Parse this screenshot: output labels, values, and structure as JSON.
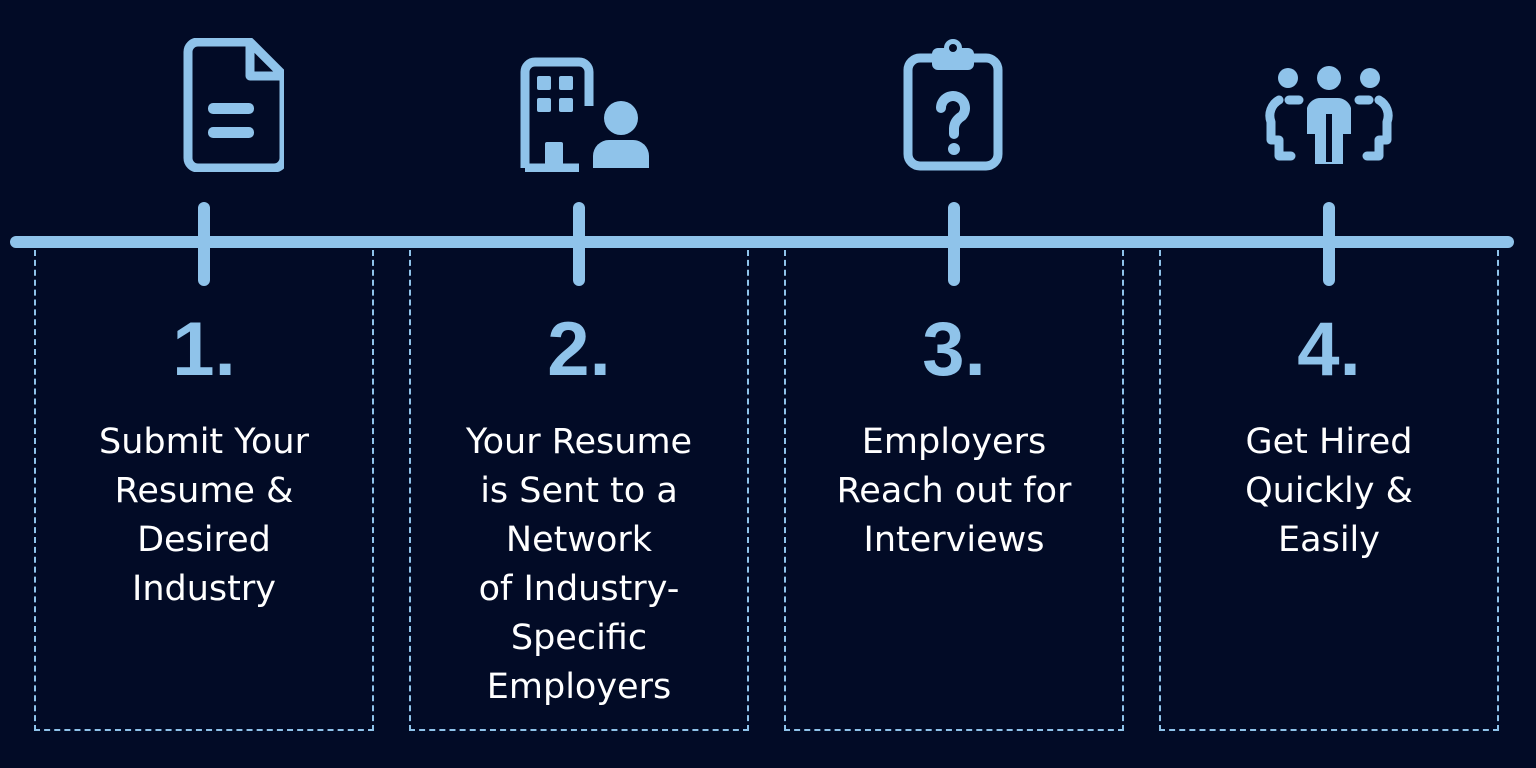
{
  "colors": {
    "background": "#020b26",
    "accent": "#8fc3ea",
    "text": "#ffffff"
  },
  "steps": [
    {
      "icon": "document-icon",
      "number": "1.",
      "text": "Submit Your\nResume &\nDesired\nIndustry"
    },
    {
      "icon": "building-person-icon",
      "number": "2.",
      "text": "Your Resume\nis Sent to a\nNetwork\nof Industry-\nSpecific\nEmployers"
    },
    {
      "icon": "clipboard-question-icon",
      "number": "3.",
      "text": "Employers\nReach out for\nInterviews"
    },
    {
      "icon": "group-icon",
      "number": "4.",
      "text": "Get Hired\nQuickly &\nEasily"
    }
  ]
}
